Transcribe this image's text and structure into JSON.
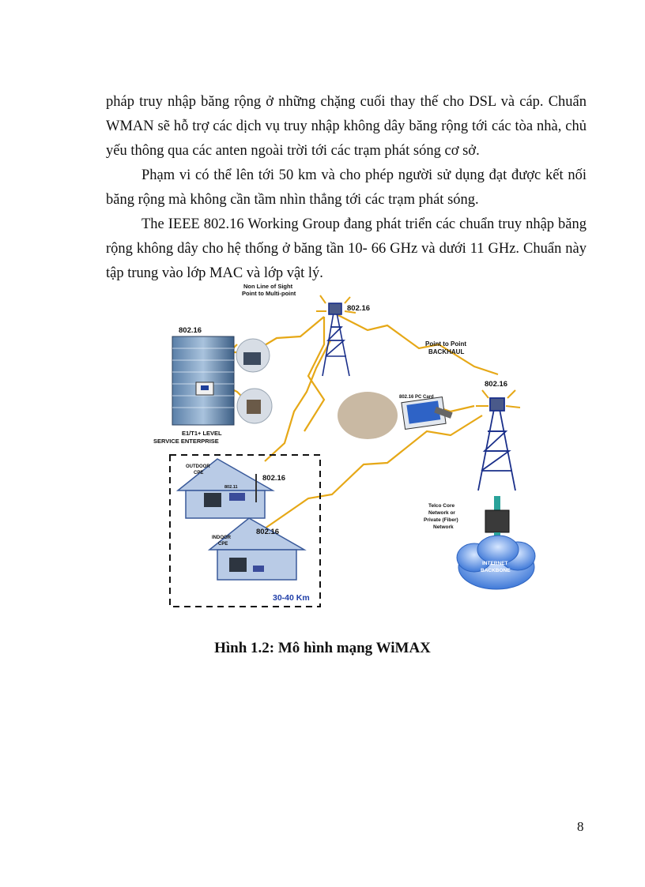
{
  "paragraphs": [
    "pháp truy nhập băng rộng ở những chặng cuối thay thế cho DSL và cáp. Chuẩn WMAN sẽ hỗ trợ các dịch vụ truy nhập không dây băng rộng tới các tòa nhà, chủ yếu thông qua các anten ngoài trời tới các trạm phát sóng cơ sở.",
    "Phạm vi có thể lên tới 50 km và cho phép người sử dụng đạt được kết nối băng rộng mà không cần tầm nhìn thẳng tới các trạm phát sóng.",
    "The IEEE 802.16 Working Group đang phát triển các chuẩn truy nhập băng rộng không dây cho hệ thống ở băng tần 10- 66 GHz và dưới 11 GHz. Chuẩn này tập trung vào lớp MAC và lớp vật lý."
  ],
  "figure": {
    "nlos_line1": "Non Line of Sight",
    "nlos_line2": "Point to Multi-point",
    "tower1_label": "802.16",
    "building_label": "802.16",
    "enterprise_line1": "E1/T1+ LEVEL",
    "enterprise_line2": "SERVICE ENTERPRISE",
    "backhaul_line1": "Point to Point",
    "backhaul_line2": "BACKHAUL",
    "tower2_label": "802.16",
    "pc_card_label": "802.16 PC Card",
    "outdoor_line1": "OUTDOOR",
    "outdoor_line2": "CPE",
    "router_label": "802.11",
    "outdoor_link_label": "802.16",
    "indoor_line1": "INDOOR",
    "indoor_line2": "CPE",
    "indoor_link_label": "802.16",
    "distance_label": "30-40 Km",
    "telco_line1": "Telco Core",
    "telco_line2": "Network or",
    "telco_line3": "Private (Fiber)",
    "telco_line4": "Network",
    "internet_line1": "INTERNET",
    "internet_line2": "BACKBONE"
  },
  "caption": "Hình 1.2: Mô hình mạng WiMAX",
  "page_number": "8"
}
